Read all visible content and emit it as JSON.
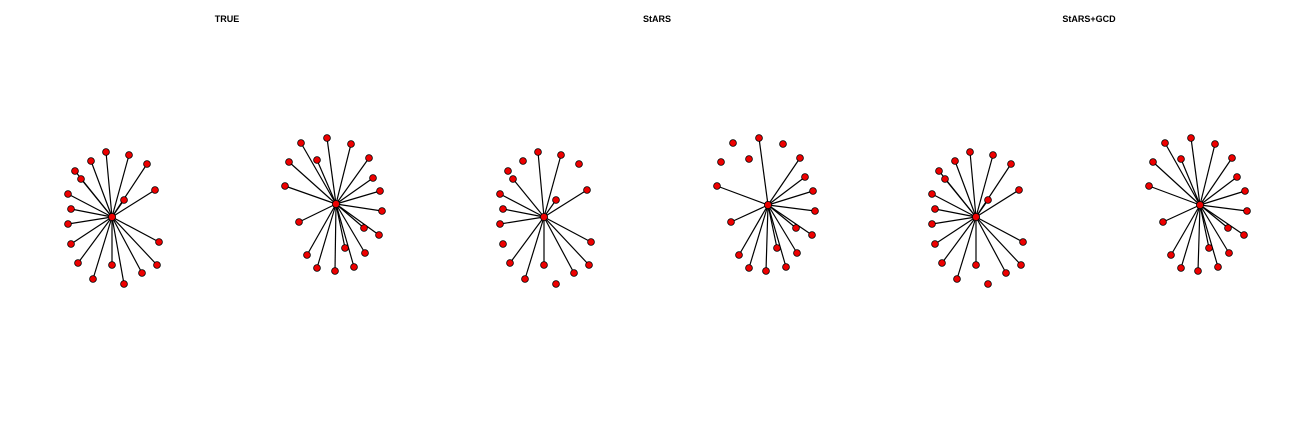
{
  "panels": [
    {
      "title": "TRUE"
    },
    {
      "title": "StARS"
    },
    {
      "title": "StARS+GCD"
    }
  ],
  "colors": {
    "node_fill": "#ee0000",
    "node_stroke": "#000000",
    "edge": "#000000",
    "background": "#ffffff"
  }
}
